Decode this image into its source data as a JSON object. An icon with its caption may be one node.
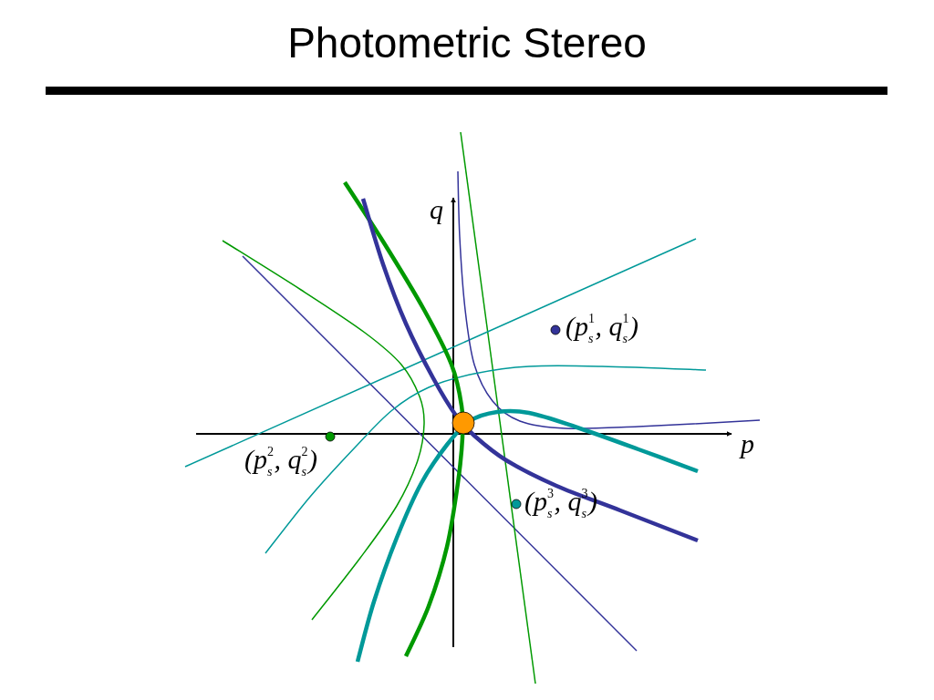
{
  "diagram": {
    "title": "Photometric Stereo",
    "labels": [
      "q",
      "(p$^{1}$$_{s}$, q$^{1}$$_{s}$)",
      "(p$^{2}$$_{s}$, q$^{2}$$_{s}$)",
      "p",
      "(p$^{3}$$_{s}$, q$^{3}$$_{s}$)"
    ]
  }
}
